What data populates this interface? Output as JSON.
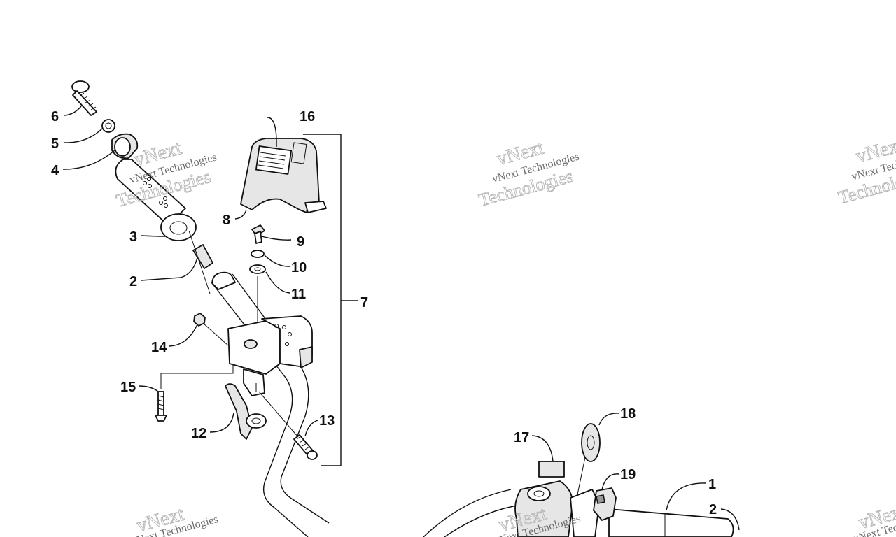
{
  "callouts": [
    "1",
    "2",
    "3",
    "4",
    "5",
    "6",
    "7",
    "8",
    "9",
    "10",
    "11",
    "12",
    "13",
    "14",
    "15",
    "16",
    "17",
    "18",
    "19",
    "2"
  ],
  "watermark": {
    "company": "vNext Technologies",
    "top_word": "vNext",
    "bottom_word": "Technologies"
  }
}
